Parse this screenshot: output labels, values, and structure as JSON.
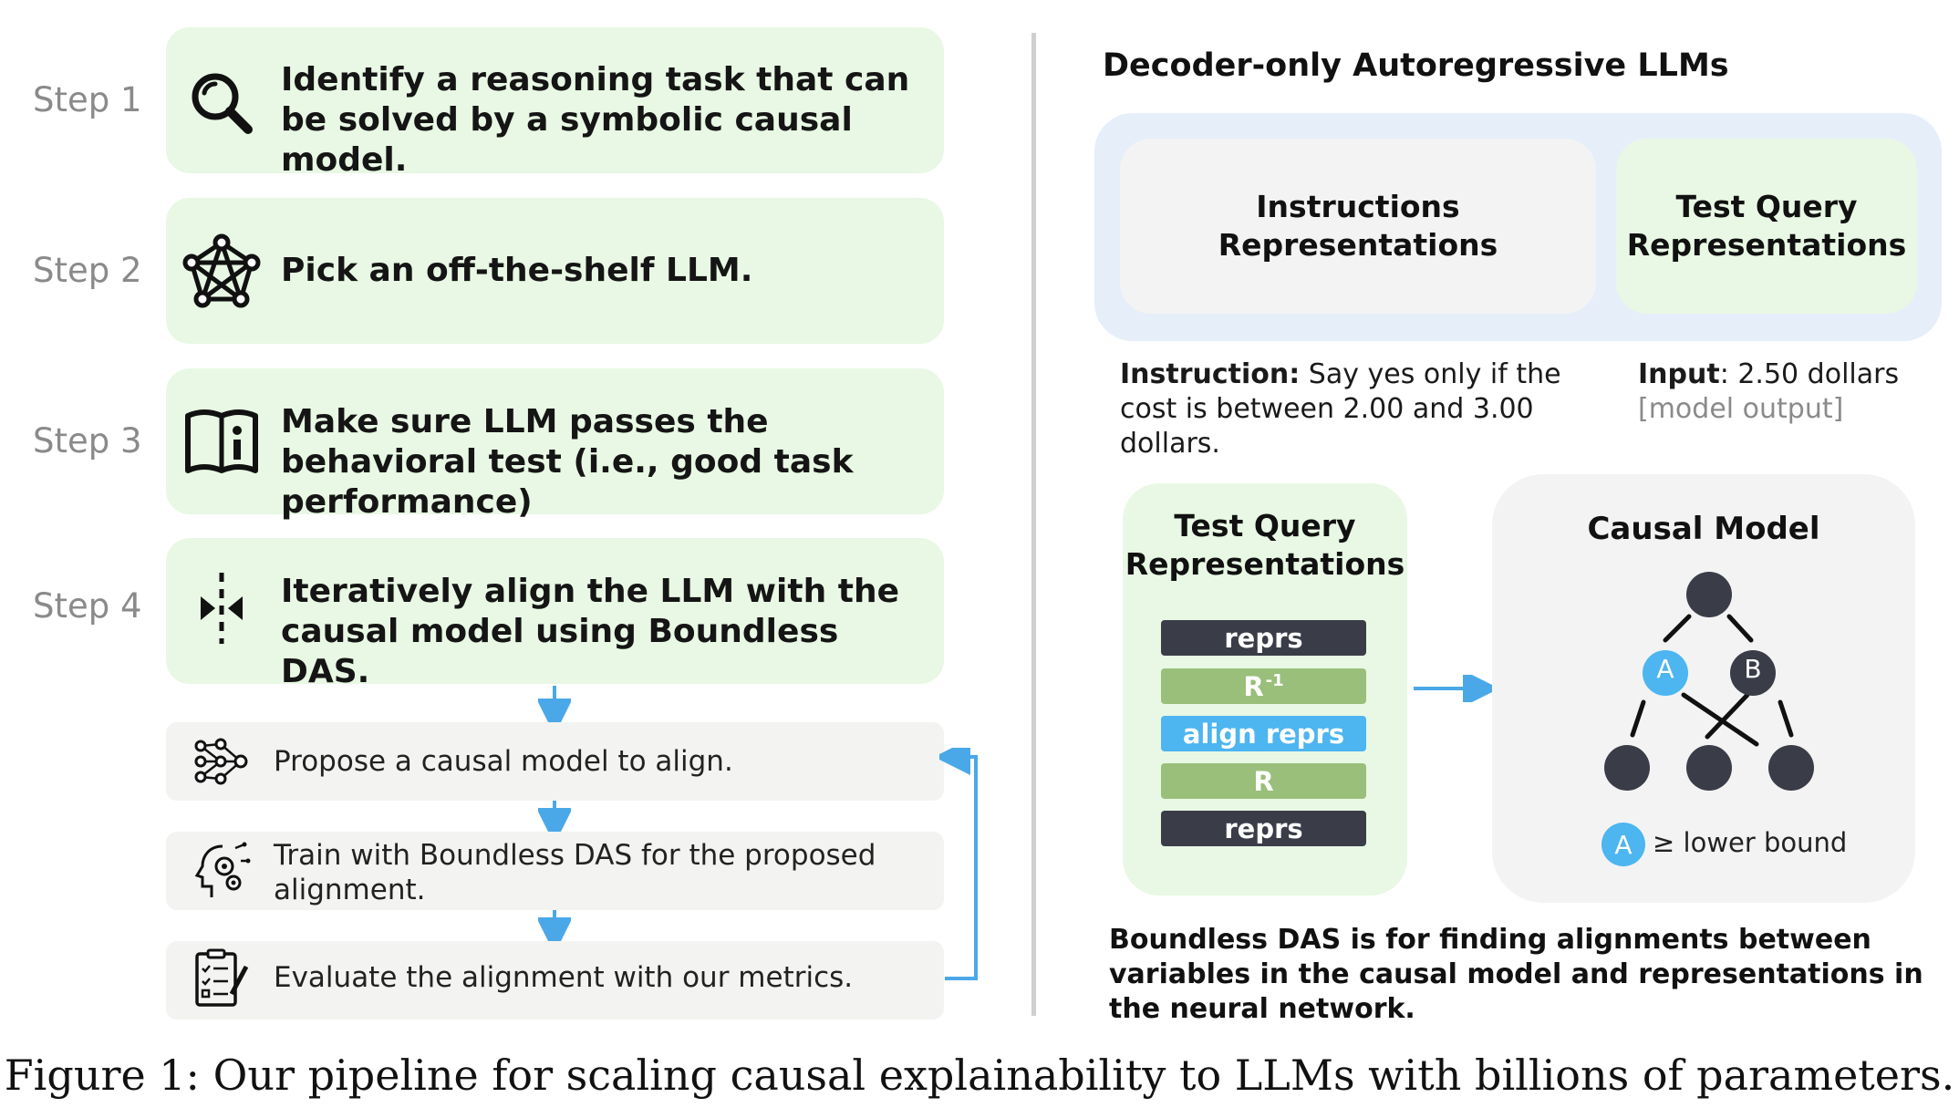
{
  "steps": [
    {
      "label": "Step 1",
      "text": "Identify a reasoning task that can be solved by a symbolic causal model.",
      "icon": "search-icon"
    },
    {
      "label": "Step 2",
      "text": "Pick an off-the-shelf LLM.",
      "icon": "network-icon"
    },
    {
      "label": "Step 3",
      "text": "Make sure LLM passes the behavioral test (i.e., good task performance)",
      "icon": "book-info-icon"
    },
    {
      "label": "Step 4",
      "text": "Iteratively align the LLM with the causal model using Boundless DAS.",
      "icon": "align-icon"
    }
  ],
  "substeps": [
    {
      "text": "Propose a causal model to align.",
      "icon": "neural-net-icon"
    },
    {
      "text": "Train with Boundless DAS for the proposed alignment.",
      "icon": "brain-gears-icon"
    },
    {
      "text": "Evaluate the alignment with our metrics.",
      "icon": "checklist-icon"
    }
  ],
  "right": {
    "title": "Decoder-only Autoregressive LLMs",
    "instructions_box": "Instructions Representations",
    "test_query_box": "Test Query Representations",
    "instruction_label": "Instruction:",
    "instruction_text": "Say yes only if the cost is between 2.00 and 3.00 dollars.",
    "input_label": "Input",
    "input_text": ": 2.50 dollars",
    "model_output": "[model output]",
    "test_query_title": "Test Query Representations",
    "bars": [
      "reprs",
      "R",
      "align reprs",
      "R",
      "reprs"
    ],
    "bar_superscript": "-1",
    "causal_model_title": "Causal Model",
    "node_a": "A",
    "node_b": "B",
    "legend_node": "A",
    "legend_text": "≥ lower bound",
    "bottom_note": "Boundless DAS is for finding alignments between variables in the causal model and representations in the neural network."
  },
  "caption": "Figure 1: Our pipeline for scaling causal explainability to LLMs with billions of parameters.",
  "colors": {
    "step_green": "#e8f8e4",
    "sub_gray": "#f3f3f2",
    "arrow_blue": "#4aa8e8",
    "node_dark": "#3a3d48",
    "node_blue": "#4db5f0",
    "bar_green": "#99bf7a"
  }
}
